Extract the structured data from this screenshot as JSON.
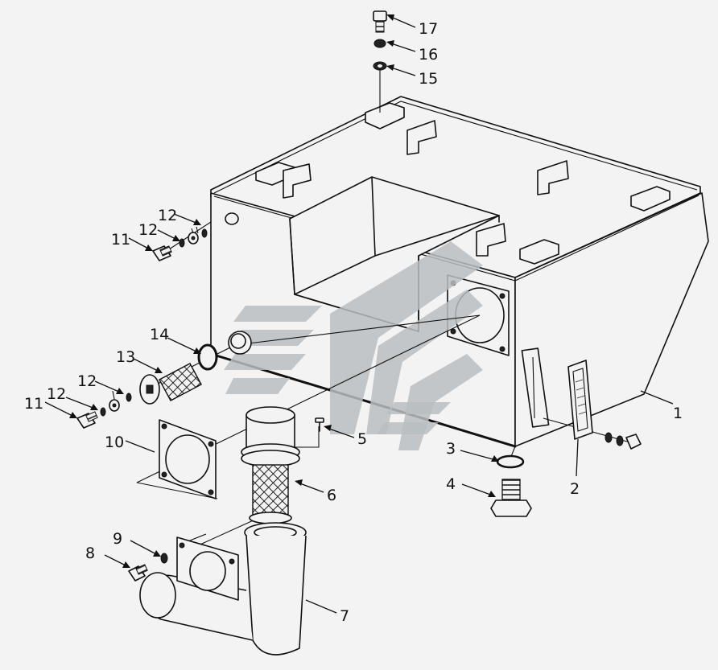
{
  "callouts": [
    {
      "id": "c1",
      "text": "1"
    },
    {
      "id": "c2",
      "text": "2"
    },
    {
      "id": "c3",
      "text": "3"
    },
    {
      "id": "c4",
      "text": "4"
    },
    {
      "id": "c5",
      "text": "5"
    },
    {
      "id": "c6",
      "text": "6"
    },
    {
      "id": "c7",
      "text": "7"
    },
    {
      "id": "c8",
      "text": "8"
    },
    {
      "id": "c9",
      "text": "9"
    },
    {
      "id": "c10",
      "text": "10"
    },
    {
      "id": "c11a",
      "text": "11"
    },
    {
      "id": "c11b",
      "text": "11"
    },
    {
      "id": "c12a",
      "text": "12"
    },
    {
      "id": "c12b",
      "text": "12"
    },
    {
      "id": "c12c",
      "text": "12"
    },
    {
      "id": "c12d",
      "text": "12"
    },
    {
      "id": "c13",
      "text": "13"
    },
    {
      "id": "c14",
      "text": "14"
    },
    {
      "id": "c15",
      "text": "15"
    },
    {
      "id": "c16",
      "text": "16"
    },
    {
      "id": "c17",
      "text": "17"
    }
  ],
  "colors": {
    "line": "#111111",
    "background": "#f3f3f3",
    "watermark": "#b9bdbf"
  }
}
